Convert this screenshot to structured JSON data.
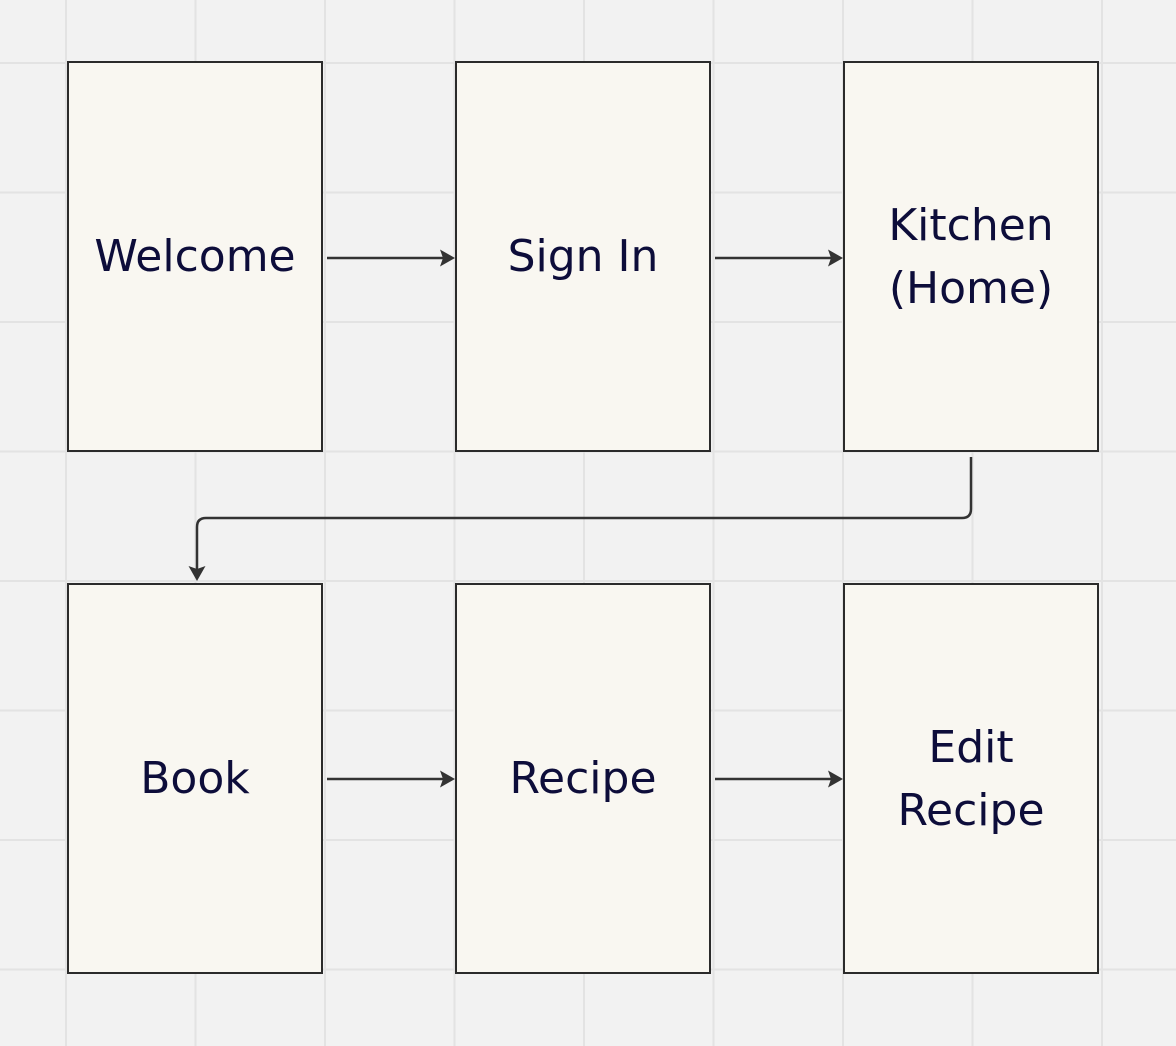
{
  "colors": {
    "canvas_background": "#f2f2f2",
    "grid_line": "#e3e3e3",
    "node_fill": "#f9f7f1",
    "node_border": "#2b2b2b",
    "node_text": "#0d0d3a",
    "connector": "#333333"
  },
  "nodes": [
    {
      "id": "welcome",
      "label": "Welcome"
    },
    {
      "id": "signin",
      "label": "Sign In"
    },
    {
      "id": "kitchen",
      "label": "Kitchen\n(Home)"
    },
    {
      "id": "book",
      "label": "Book"
    },
    {
      "id": "recipe",
      "label": "Recipe"
    },
    {
      "id": "edit",
      "label": "Edit\nRecipe"
    }
  ],
  "edges": [
    {
      "from": "welcome",
      "to": "signin"
    },
    {
      "from": "signin",
      "to": "kitchen"
    },
    {
      "from": "kitchen",
      "to": "book"
    },
    {
      "from": "book",
      "to": "recipe"
    },
    {
      "from": "recipe",
      "to": "edit"
    }
  ]
}
